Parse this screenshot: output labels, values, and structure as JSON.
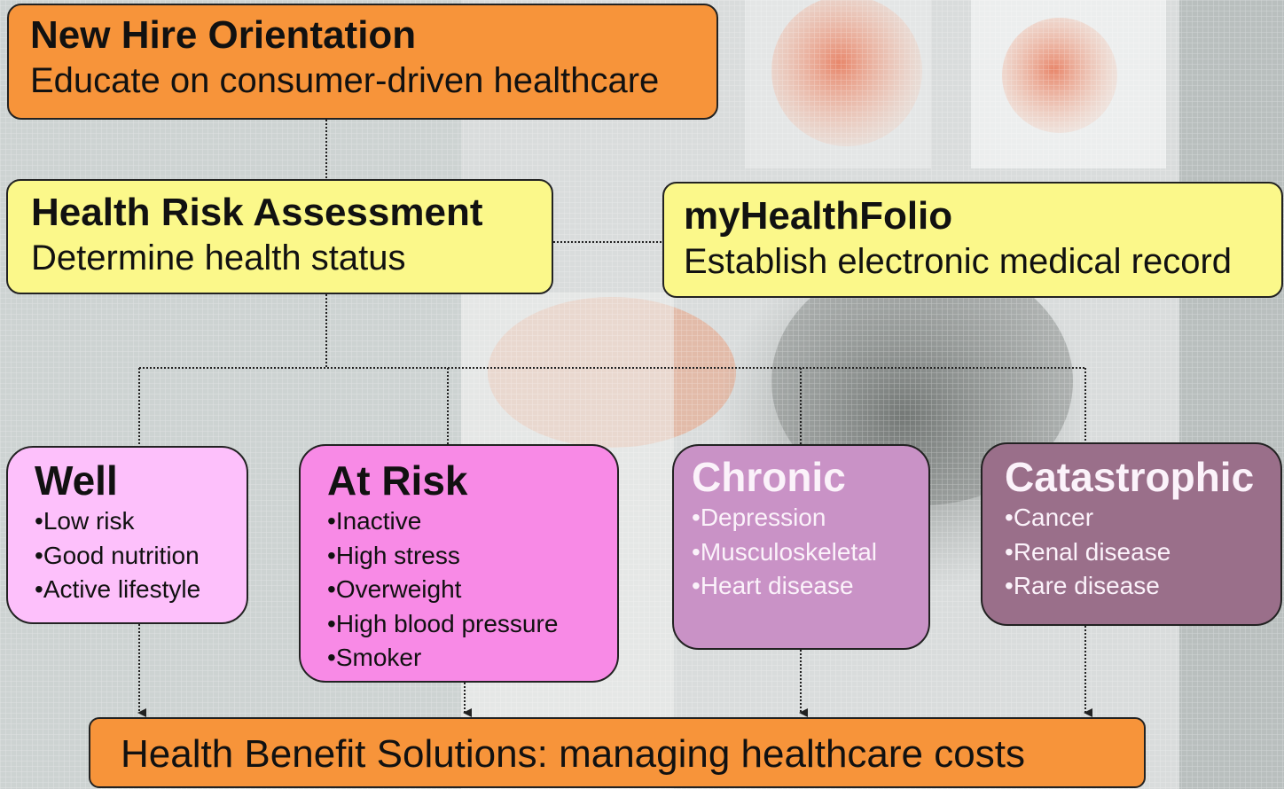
{
  "orientation": {
    "title": "New Hire Orientation",
    "subtitle": "Educate on consumer-driven healthcare"
  },
  "assessment": {
    "title": "Health Risk Assessment",
    "subtitle": "Determine health status"
  },
  "folio": {
    "title": "myHealthFolio",
    "subtitle": "Establish electronic medical record"
  },
  "categories": {
    "well": {
      "title": "Well",
      "items": [
        "Low risk",
        "Good nutrition",
        "Active lifestyle"
      ],
      "color": "#fdc0fb"
    },
    "at_risk": {
      "title": "At Risk",
      "items": [
        "Inactive",
        "High stress",
        "Overweight",
        "High blood pressure",
        "Smoker"
      ],
      "color": "#f88ae6"
    },
    "chronic": {
      "title": "Chronic",
      "items": [
        "Depression",
        "Musculoskeletal",
        "Heart disease"
      ],
      "color": "#c992c6"
    },
    "catastrophic": {
      "title": "Catastrophic",
      "items": [
        "Cancer",
        "Renal disease",
        "Rare disease"
      ],
      "color": "#9a6f8a"
    }
  },
  "benefit": {
    "title": "Health Benefit Solutions: managing healthcare costs"
  },
  "colors": {
    "orange": "#f7943a",
    "yellow": "#fbf88a",
    "connector": "#222222"
  }
}
